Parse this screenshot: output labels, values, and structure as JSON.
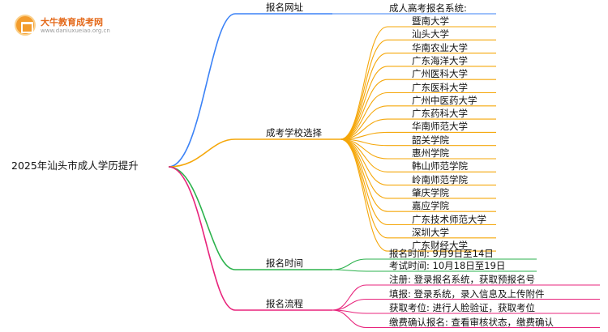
{
  "logo": {
    "name": "大牛教育成考网",
    "url": "www.daniuxueiao.org.cn"
  },
  "root": "2025年汕头市成人学历提升",
  "branches": [
    {
      "label": "报名网址",
      "color": "#3b82f6",
      "children": [
        "成人高考报名系统:"
      ]
    },
    {
      "label": "成考学校选择",
      "color": "#f5a70a",
      "children": [
        "暨南大学",
        "汕头大学",
        "华南农业大学",
        "广东海洋大学",
        "广州医科大学",
        "广东医科大学",
        "广州中医药大学",
        "广东药科大学",
        "华南师范大学",
        "韶关学院",
        "惠州学院",
        "韩山师范学院",
        "岭南师范学院",
        "肇庆学院",
        "嘉应学院",
        "广东技术师范大学",
        "深圳大学",
        "广东财经大学"
      ]
    },
    {
      "label": "报名时间",
      "color": "#2bb24c",
      "children": [
        "报名时间: 9月9日至14日",
        "考试时间: 10月18日至19日"
      ]
    },
    {
      "label": "报名流程",
      "color": "#e8247c",
      "children": [
        "注册: 登录报名系统，获取预报名号",
        "填报: 登录系统，录入信息及上传附件",
        "获取考位: 进行人脸验证，获取考位",
        "缴费确认报名: 查看审核状态，缴费确认"
      ]
    }
  ]
}
